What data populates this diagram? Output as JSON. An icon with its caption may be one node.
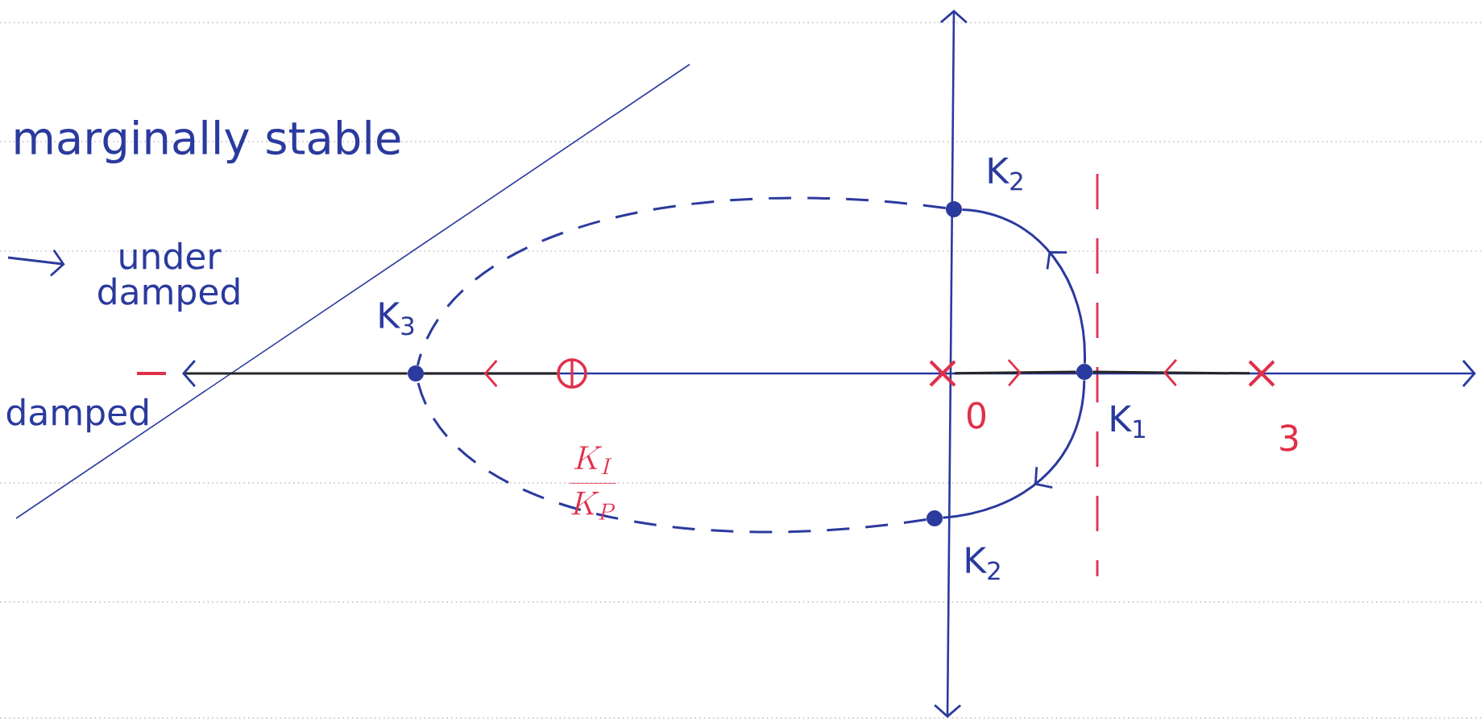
{
  "diagram": {
    "nodes": [
      {
        "text": [],
        "shape": "cross",
        "beside": [
          "0"
        ]
      },
      {
        "text": [],
        "shape": "dot",
        "beside": [
          "K$_{1}$"
        ]
      },
      {
        "text": [],
        "shape": "dot",
        "beside": [
          "K$_{2}$"
        ]
      },
      {
        "text": [],
        "shape": "dot",
        "beside": [
          "K$_{2}$"
        ]
      },
      {
        "text": [],
        "shape": "dot",
        "beside": [
          "K$_{3}$"
        ]
      },
      {
        "text": [],
        "shape": "circle",
        "beside": [
          "\\frac{K_I}{K_P}"
        ]
      },
      {
        "text": [],
        "shape": "cross",
        "beside": [
          "3"
        ]
      },
      {
        "text": [
          "under damped"
        ]
      }
    ],
    "edges": [
      {
        "from": 0,
        "to": 1,
        "arrow": "to",
        "color": "#262626"
      },
      {
        "from": 6,
        "to": 1,
        "arrow": "to",
        "color": "#262626"
      },
      {
        "from": 1,
        "to": 2,
        "arrow": "to"
      },
      {
        "from": 1,
        "to": 3,
        "arrow": "to"
      },
      {
        "from": 2,
        "to": 4,
        "arrow": "none",
        "style": "dashed"
      },
      {
        "from": 3,
        "to": 4,
        "arrow": "none",
        "style": "dashed"
      },
      {
        "from": 5,
        "to": 4,
        "arrow": "to",
        "color": "#262626"
      },
      {
        "from": 4,
        "to": null,
        "arrow": "to",
        "color": "#262626"
      },
      {
        "from": null,
        "to": 7,
        "arrow": "to"
      }
    ],
    "labels": [
      "marginally stable",
      "damped"
    ]
  }
}
